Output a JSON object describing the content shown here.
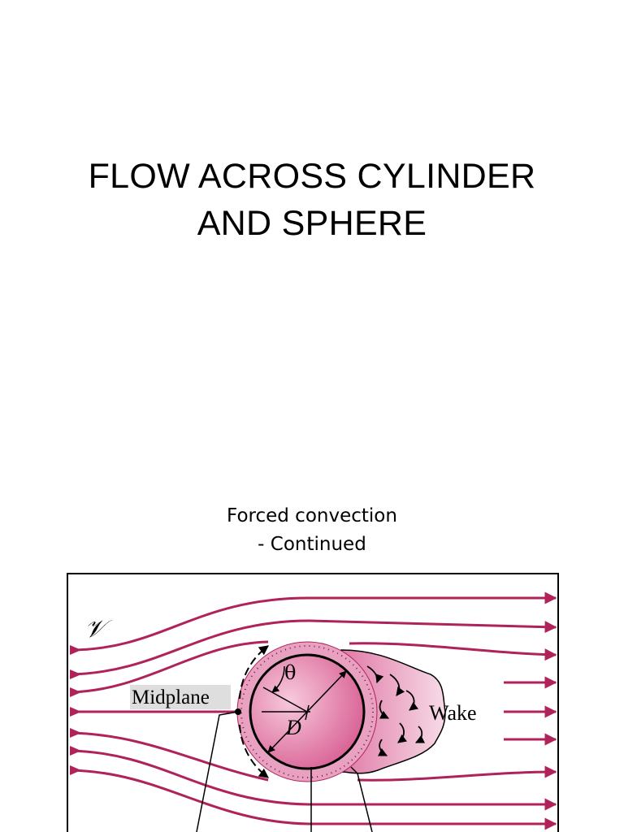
{
  "slide": {
    "title_line1": "FLOW ACROSS CYLINDER",
    "title_line2": "AND SPHERE",
    "subtitle_line1": "Forced convection",
    "subtitle_line2": "- Continued"
  },
  "figure": {
    "velocity_label": "𝒱",
    "midplane_label": "Midplane",
    "theta_label": "θ",
    "diameter_label": "D",
    "wake_label": "Wake",
    "colors": {
      "streamline": "#b0225a",
      "cylinder_fill": "#e07aa6",
      "boundary_layer": "#e8a1c0",
      "wake_fill": "#f0c4d6",
      "outline": "#000000"
    }
  }
}
